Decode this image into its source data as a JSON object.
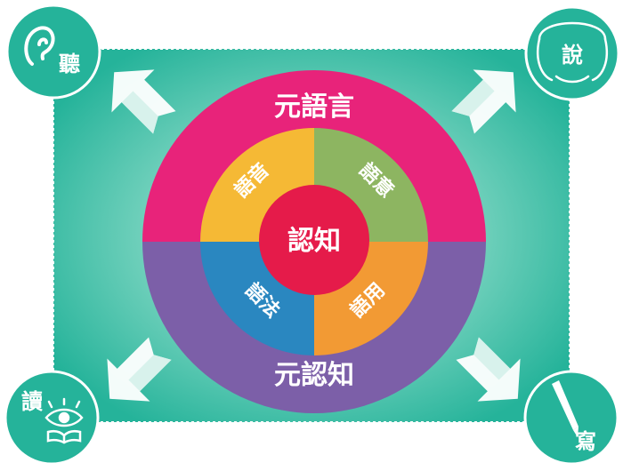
{
  "diagram": {
    "outer_top_label": "元語言",
    "outer_bottom_label": "元認知",
    "center_label": "認知",
    "quadrants": {
      "top_left": "語音",
      "top_right": "語意",
      "bottom_left": "語法",
      "bottom_right": "語用"
    }
  },
  "corners": {
    "top_left": {
      "label": "聽",
      "icon": "ear-icon"
    },
    "top_right": {
      "label": "說",
      "icon": "speaking-face-icon"
    },
    "bottom_left": {
      "label": "讀",
      "icon": "eye-book-icon"
    },
    "bottom_right": {
      "label": "寫",
      "icon": "pen-icon"
    }
  },
  "colors": {
    "teal": "#25b39a",
    "magenta": "#e8237a",
    "purple": "#7c5fa8",
    "yellow": "#f5b935",
    "green": "#8db561",
    "blue": "#2a87c0",
    "orange": "#f29a34",
    "red": "#e51b4a"
  }
}
